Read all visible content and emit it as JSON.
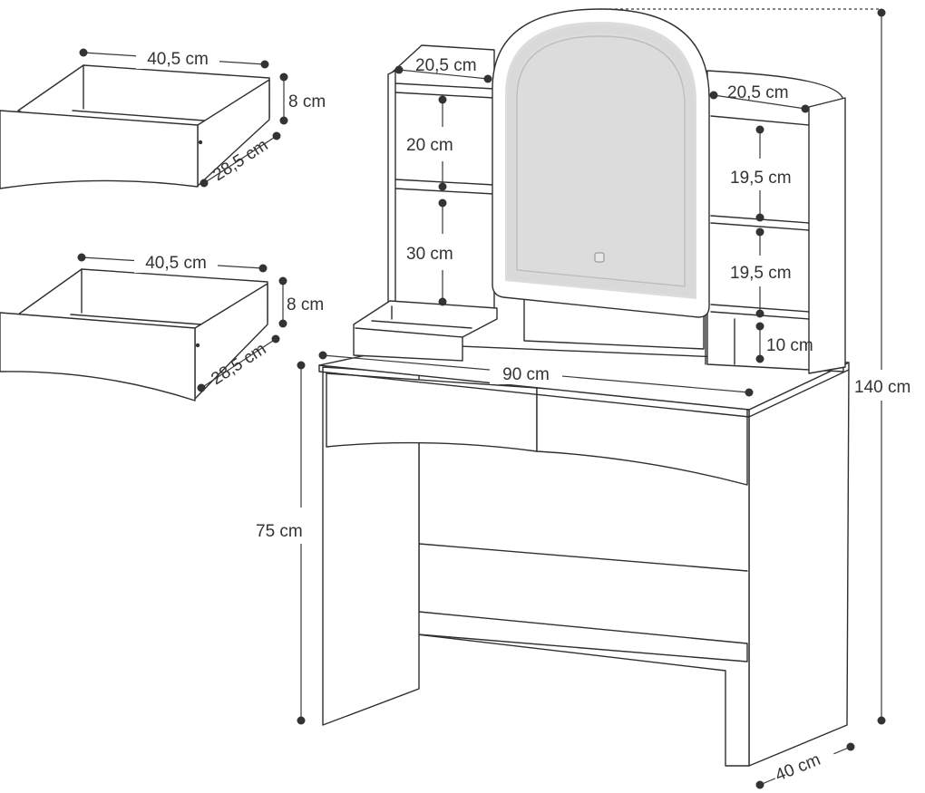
{
  "labels": {
    "drawer1_width": "40,5 cm",
    "drawer1_height": "8 cm",
    "drawer1_depth": "28,5 cm",
    "drawer2_width": "40,5 cm",
    "drawer2_height": "8 cm",
    "drawer2_depth": "28,5 cm",
    "left_shelf_width": "20,5 cm",
    "right_shelf_width": "20,5 cm",
    "left_upper_compartment": "20 cm",
    "left_lower_compartment": "30 cm",
    "right_upper_compartment": "19,5 cm",
    "right_middle_compartment": "19,5 cm",
    "right_bottom_compartment": "10 cm",
    "table_width": "90 cm",
    "table_height": "75 cm",
    "total_height": "140 cm",
    "table_depth": "40 cm"
  },
  "icons": {
    "mirror_touch": "touch-sensor-icon"
  }
}
